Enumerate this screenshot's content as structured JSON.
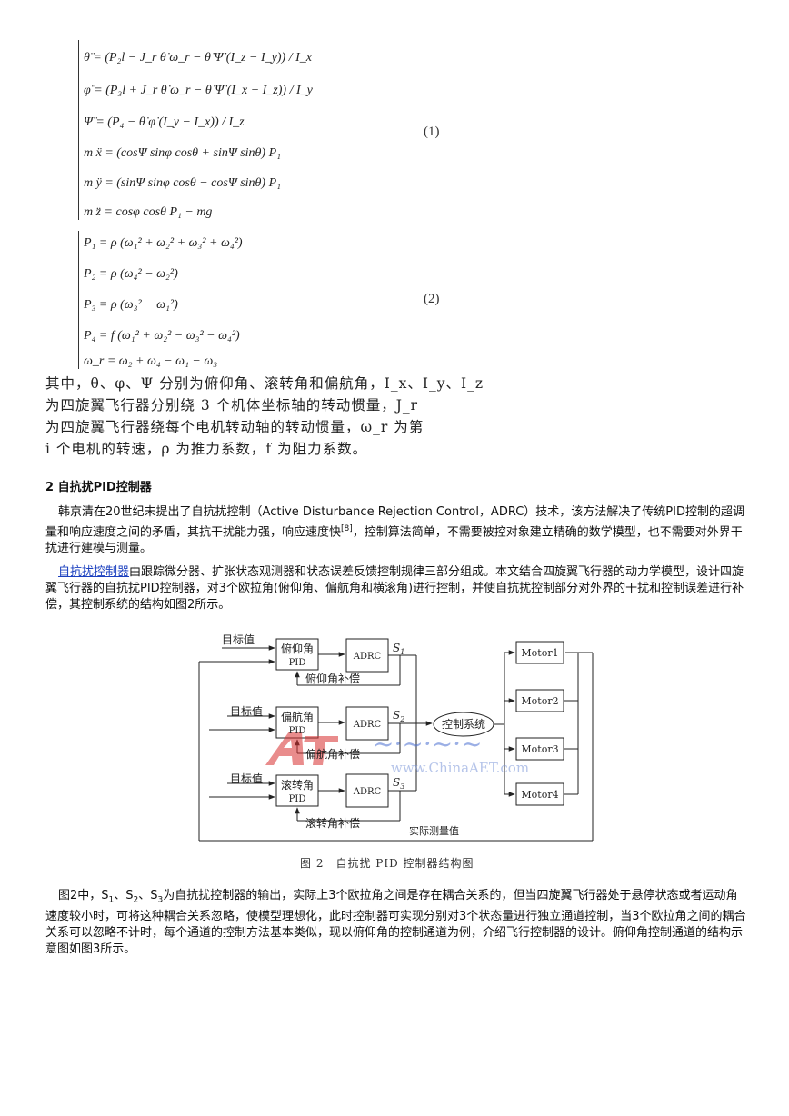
{
  "equations": {
    "system1": [
      "θ̈ = (P₂l − J_r θ̇ ω_r − θ̇ Ψ̇ (I_z − I_y)) / I_x",
      "φ̈ = (P₃l + J_r θ̇ ω_r − θ̇ Ψ̇ (I_x − I_z)) / I_y",
      "Ψ̈ = (P₄ − θ̇ φ̇ (I_y − I_x)) / I_z",
      "m ẍ = (cosΨ sinφ cosθ + sinΨ sinθ) P₁",
      "m ÿ = (sinΨ sinφ cosθ − cosΨ sinθ) P₁",
      "m z̈ = cosφ cosθ P₁ − mg"
    ],
    "system1_number": "(1)",
    "system2": [
      "P₁ = ρ (ω₁² + ω₂² + ω₃² + ω₄²)",
      "P₂ = ρ (ω₄² − ω₂²)",
      "P₃ = ρ (ω₃² − ω₁²)",
      "P₄ = f (ω₁² + ω₂² − ω₃² − ω₄²)",
      "ω_r = ω₂ + ω₄ − ω₁ − ω₃"
    ],
    "system2_number": "(2)"
  },
  "definitions": [
    "其中，θ、φ、Ψ 分别为俯仰角、滚转角和偏航角，I_x、I_y、I_z",
    "为四旋翼飞行器分别绕 3 个机体坐标轴的转动惯量，J_r",
    "为四旋翼飞行器绕每个电机转动轴的转动惯量，ω_r 为第",
    "i 个电机的转速，ρ 为推力系数，f 为阻力系数。"
  ],
  "section_heading": "2 自抗扰PID控制器",
  "para1": {
    "text_before_sup": "韩京清在20世纪末提出了自抗扰控制（Active Disturbance Rejection Control，ADRC）技术，该方法解决了传统PID控制的超调量和响应速度之间的矛盾，其抗干扰能力强，响应速度快",
    "sup": "[8]",
    "text_after_sup": "，控制算法简单，不需要被控对象建立精确的数学模型，也不需要对外界干扰进行建模与测量。"
  },
  "para2": {
    "link": "自抗扰控制器",
    "text": "由跟踪微分器、扩张状态观测器和状态误差反馈控制规律三部分组成。本文结合四旋翼飞行器的动力学模型，设计四旋翼飞行器的自抗扰PID控制器，对3个欧拉角(俯仰角、偏航角和横滚角)进行控制，并使自抗扰控制部分对外界的干扰和控制误差进行补偿，其控制系统的结构如图2所示。"
  },
  "diagram": {
    "targets": [
      "目标值",
      "目标值",
      "目标值"
    ],
    "pid_blocks": [
      {
        "line1": "俯仰角",
        "line2": "PID"
      },
      {
        "line1": "偏航角",
        "line2": "PID"
      },
      {
        "line1": "滚转角",
        "line2": "PID"
      }
    ],
    "compensations": [
      "俯仰角补偿",
      "偏航角补偿",
      "滚转角补偿"
    ],
    "adrc": [
      "ADRC",
      "ADRC",
      "ADRC"
    ],
    "signals": [
      {
        "letter": "S",
        "sub": "1"
      },
      {
        "letter": "S",
        "sub": "2"
      },
      {
        "letter": "S",
        "sub": "3"
      }
    ],
    "control_system": "控制系统",
    "motors": [
      "Motor1",
      "Motor2",
      "Motor3",
      "Motor4"
    ],
    "feedback_label": "实际测量值",
    "watermark_url": "www.ChinaAET.com"
  },
  "figure_caption": "图 2　自抗扰 PID 控制器结构图",
  "para3": {
    "p1": "图2中，S",
    "s1": "1",
    "p2": "、S",
    "s2": "2",
    "p3": "、S",
    "s3": "3",
    "p4": "为自抗扰控制器的输出，实际上3个欧拉角之间是存在耦合关系的，但当四旋翼飞行器处于悬停状态或者运动角速度较小时，可将这种耦合关系忽略，使模型理想化，此时控制器可实现分别对3个状态量进行独立通道控制，当3个欧拉角之间的耦合关系可以忽略不计时，每个通道的控制方法基本类似，现以俯仰角的控制通道为例，介绍飞行控制器的设计。俯仰角控制通道的结构示意图如图3所示。"
  },
  "colors": {
    "link": "#1a3fbf",
    "watermark_red": "#d83030",
    "watermark_blue": "#4a6fd0"
  }
}
